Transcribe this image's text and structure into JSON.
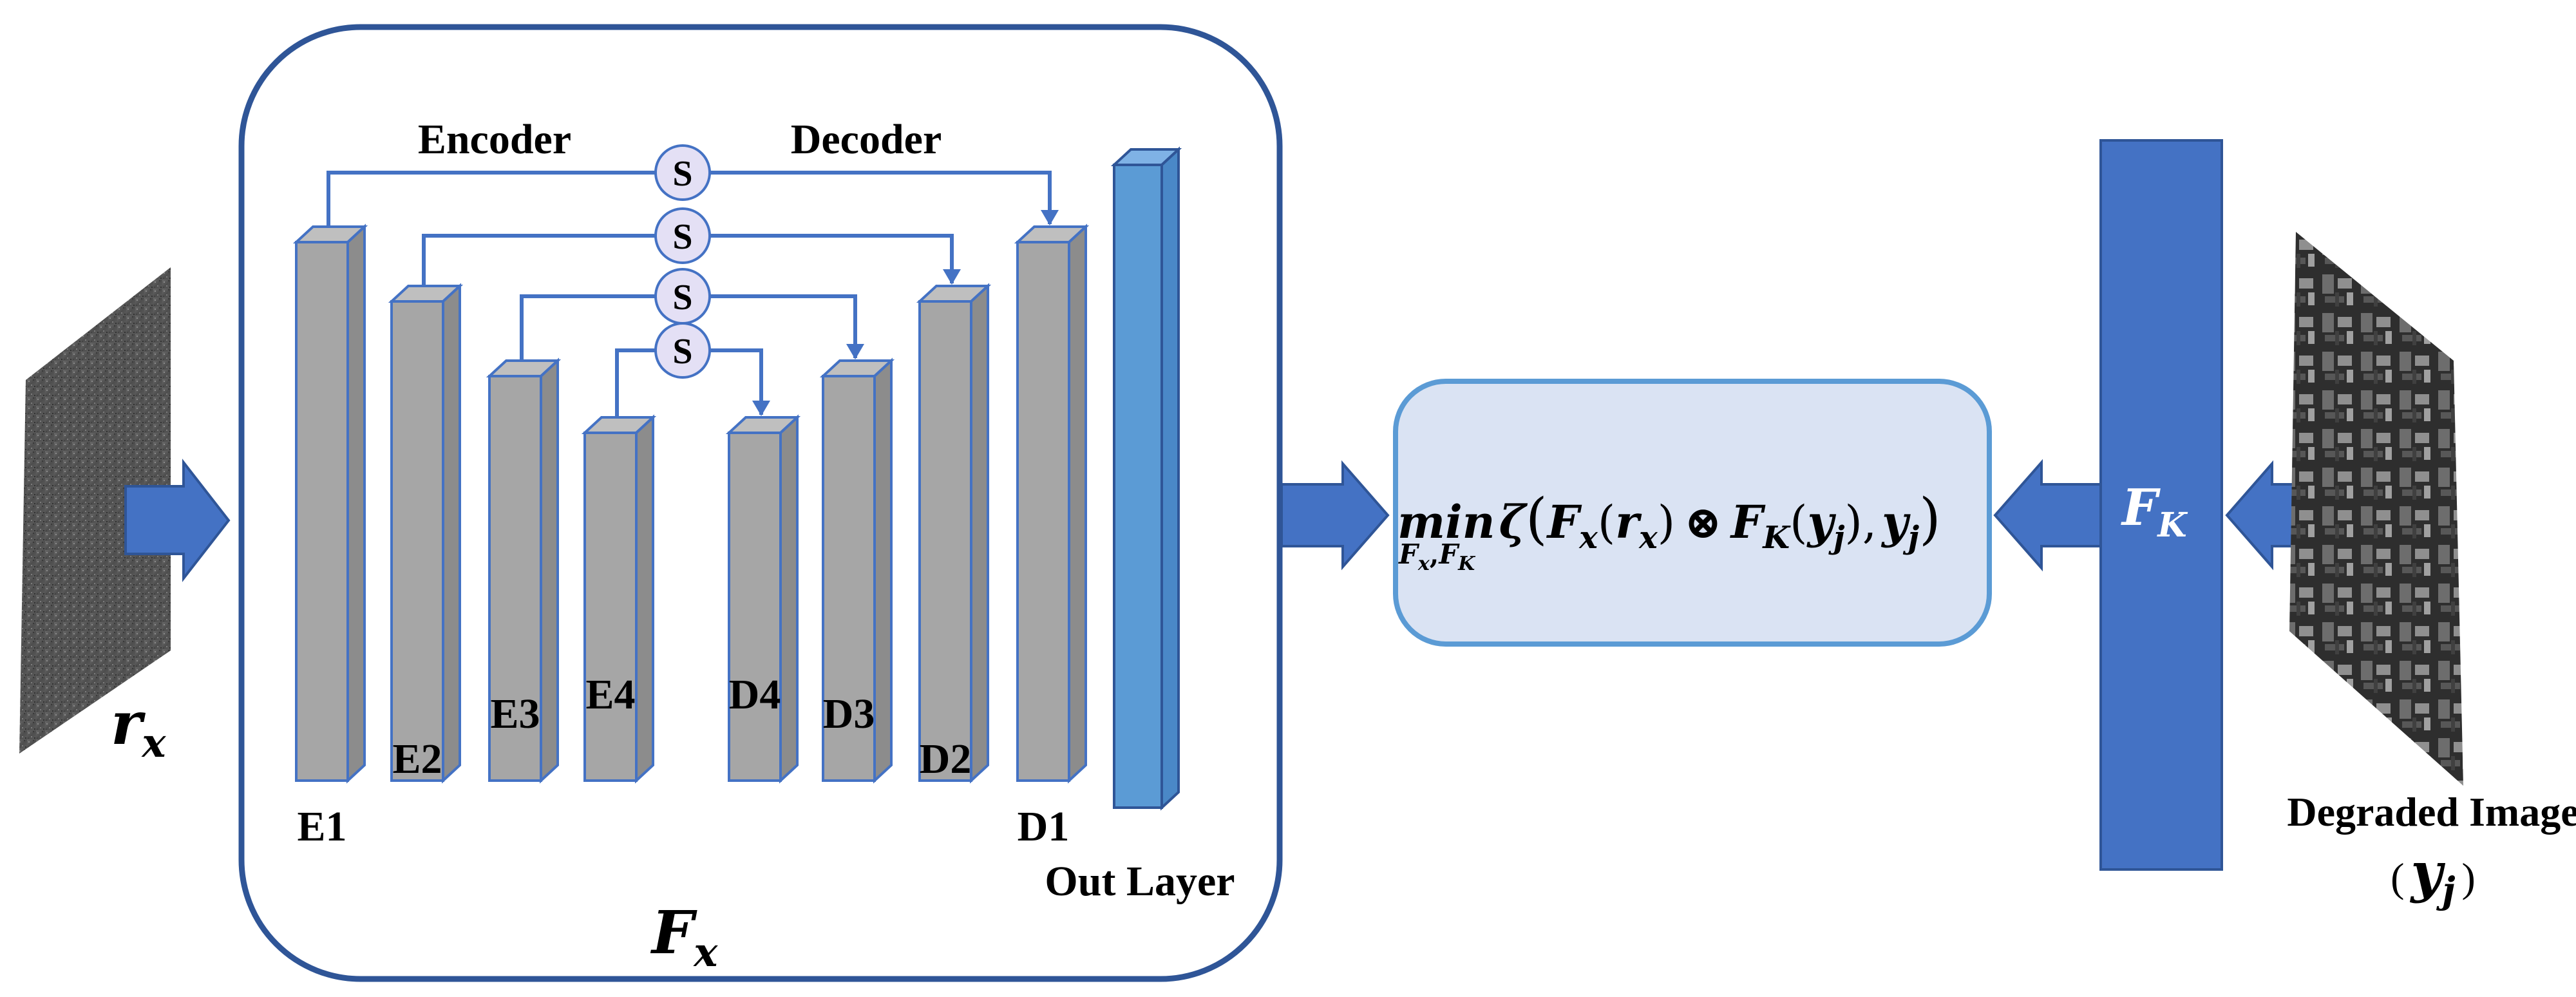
{
  "colors": {
    "accent": "#4472C4",
    "accent_dark": "#2F5597",
    "block_fill": "#A6A6A6",
    "out_layer": "#5B9BD5",
    "loss_fill": "#DAE3F3",
    "loss_border": "#5B9BD5",
    "s_node": "#E4E0F5"
  },
  "input": {
    "label": "r",
    "subscript": "x"
  },
  "network": {
    "label": "F",
    "subscript": "x",
    "encoder_label": "Encoder",
    "decoder_label": "Decoder",
    "skip_symbol": "S",
    "encoder_blocks": [
      "E1",
      "E2",
      "E3",
      "E4"
    ],
    "decoder_blocks": [
      "D4",
      "D3",
      "D2",
      "D1"
    ],
    "out_layer_label": "Out Layer"
  },
  "loss": {
    "min": "min",
    "min_sub_a": "F",
    "min_sub_a_sub": "x",
    "min_sub_sep": ",",
    "min_sub_b": "F",
    "min_sub_b_sub": "K",
    "zeta": "ζ",
    "f1": "F",
    "f1_sub": "x",
    "r": "r",
    "r_sub": "x",
    "otimes": "⊗",
    "f2": "F",
    "f2_sub": "K",
    "y": "y",
    "y_sub": "j"
  },
  "kernel": {
    "label": "F",
    "subscript": "K"
  },
  "degraded": {
    "label": "Degraded Image",
    "var": "y",
    "var_sub": "j",
    "paren_open": "(",
    "paren_close": ")"
  },
  "icons": {
    "input_arrow": "right-arrow-icon",
    "network_arrow": "right-arrow-icon",
    "kernel_arrow": "left-arrow-icon",
    "degraded_arrow": "left-arrow-icon"
  }
}
